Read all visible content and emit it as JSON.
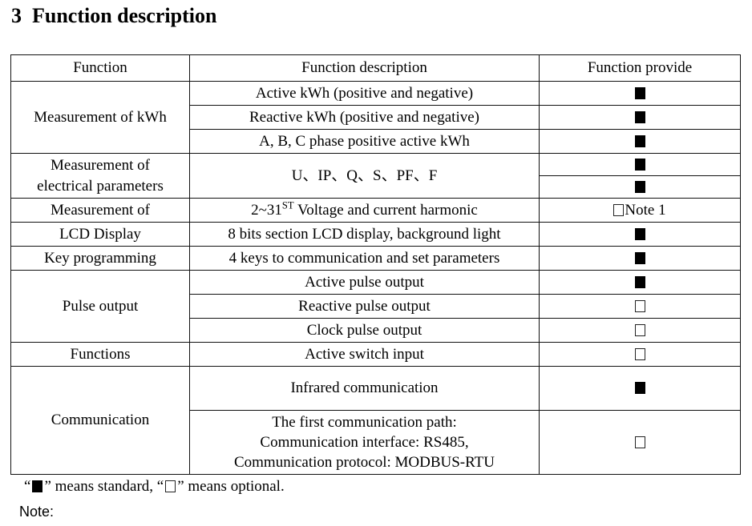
{
  "heading": "3  Function description",
  "table": {
    "columns": [
      "Function",
      "Function description",
      "Function provide"
    ],
    "rows": [
      {
        "function": "Measurement of kWh",
        "items": [
          {
            "description": "Active kWh (positive and negative)",
            "provide": "filled"
          },
          {
            "description": "Reactive kWh (positive and negative)",
            "provide": "filled"
          },
          {
            "description": "A, B, C phase positive active kWh",
            "provide": "filled"
          }
        ]
      },
      {
        "function": "Measurement of electrical parameters",
        "function_line1": "Measurement of",
        "function_line2": "electrical parameters",
        "items": [
          {
            "description": "U、IP、Q、S、PF、F",
            "provide_split": [
              "filled",
              "filled"
            ]
          }
        ]
      },
      {
        "function": "Measurement of",
        "items": [
          {
            "description_pre": "2~31",
            "description_sup": "ST",
            "description_post": " Voltage and current harmonic",
            "provide": "hollow-note",
            "provide_note": "Note 1"
          }
        ]
      },
      {
        "function": "LCD Display",
        "items": [
          {
            "description": "8 bits section LCD display, background light",
            "provide": "filled"
          }
        ]
      },
      {
        "function": "Key programming",
        "items": [
          {
            "description": "4 keys to communication and set parameters",
            "provide": "filled"
          }
        ]
      },
      {
        "function": "Pulse output",
        "items": [
          {
            "description": "Active pulse output",
            "provide": "filled"
          },
          {
            "description": "Reactive pulse output",
            "provide": "hollow"
          },
          {
            "description": "Clock pulse output",
            "provide": "hollow"
          }
        ]
      },
      {
        "function": "Functions",
        "items": [
          {
            "description": "Active switch input",
            "provide": "hollow"
          }
        ]
      },
      {
        "function": "Communication",
        "items": [
          {
            "description": "Infrared communication",
            "provide": "filled"
          },
          {
            "description_line1": "The first communication path:",
            "description_line2": "Communication interface: RS485,",
            "description_line3": "Communication protocol: MODBUS-RTU",
            "provide": "hollow"
          }
        ]
      }
    ]
  },
  "legend": {
    "quote_open": "“",
    "quote_close": "”",
    "standard_text": " means standard, ",
    "optional_text": " means optional.",
    "full": "“ ■ ”  means standard,  “ □ ”  means optional."
  },
  "note_label": "Note:"
}
